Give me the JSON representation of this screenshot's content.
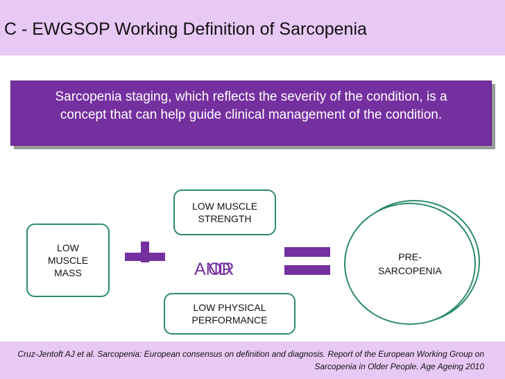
{
  "header": {
    "title": "C - EWGSOP Working Definition of Sarcopenia"
  },
  "banner": {
    "text": "Sarcopenia staging, which reflects the severity of the condition, is a concept that can help guide clinical management of the condition."
  },
  "diagram": {
    "mass_lines": [
      "LOW",
      "MUSCLE",
      "MASS"
    ],
    "strength_lines": [
      "LOW MUSCLE",
      "STRENGTH"
    ],
    "performance_lines": [
      "LOW PHYSICAL",
      "PERFORMANCE"
    ],
    "and_label": "AND",
    "or_label": "OR",
    "result_lines": [
      "PRE-",
      "SARCOPENIA"
    ]
  },
  "footer": {
    "citation": "Cruz-Jentoft AJ et al. Sarcopenia: European consensus on definition and diagnosis. Report of the European Working Group on Sarcopenia in Older People. Age Ageing 2010"
  },
  "colors": {
    "accent_purple": "#7530a0",
    "header_lilac": "#e8c8f4",
    "box_border_green": "#2a8a6e"
  }
}
